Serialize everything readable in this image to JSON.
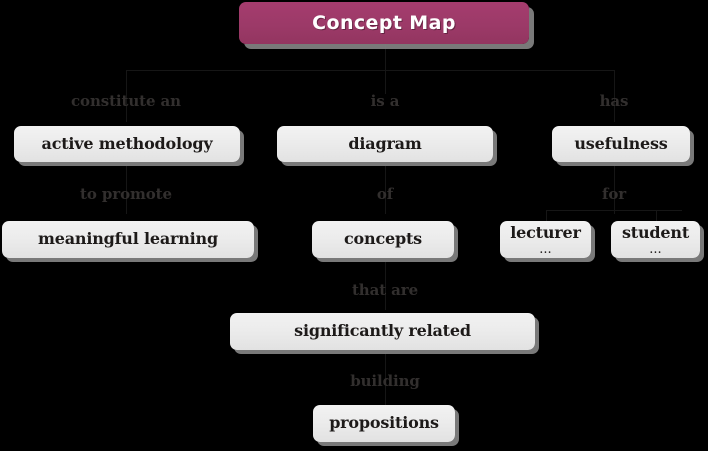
{
  "diagram": {
    "kind": "concept-map",
    "background_color": "#000000",
    "title": {
      "text": "Concept Map",
      "fill_color": "#9c3a68",
      "text_color": "#ffffff"
    },
    "node_style": {
      "fill_color": "#ececec",
      "text_color": "#1d1a19",
      "shadow_color": "#808080"
    },
    "link_label_color": "#322f2e",
    "nodes": [
      {
        "id": "concept-map",
        "text": "Concept Map"
      },
      {
        "id": "active-methodology",
        "text": "active methodology"
      },
      {
        "id": "diagram",
        "text": "diagram"
      },
      {
        "id": "usefulness",
        "text": "usefulness"
      },
      {
        "id": "meaningful-learning",
        "text": "meaningful learning"
      },
      {
        "id": "concepts",
        "text": "concepts"
      },
      {
        "id": "lecturer",
        "text": "lecturer",
        "sub": "..."
      },
      {
        "id": "student",
        "text": "student",
        "sub": "..."
      },
      {
        "id": "significantly-related",
        "text": "significantly related"
      },
      {
        "id": "propositions",
        "text": "propositions"
      }
    ],
    "links": [
      {
        "id": "link-constitute-an",
        "label": "constitute an",
        "from": "concept-map",
        "to": "active-methodology"
      },
      {
        "id": "link-is-a",
        "label": "is a",
        "from": "concept-map",
        "to": "diagram"
      },
      {
        "id": "link-has",
        "label": "has",
        "from": "concept-map",
        "to": "usefulness"
      },
      {
        "id": "link-to-promote",
        "label": "to promote",
        "from": "active-methodology",
        "to": "meaningful-learning"
      },
      {
        "id": "link-of",
        "label": "of",
        "from": "diagram",
        "to": "concepts"
      },
      {
        "id": "link-for",
        "label": "for",
        "from": "usefulness",
        "to": "lecturer"
      },
      {
        "id": "link-that-are",
        "label": "that are",
        "from": "concepts",
        "to": "significantly-related"
      },
      {
        "id": "link-building",
        "label": "building",
        "from": "significantly-related",
        "to": "propositions"
      }
    ]
  }
}
